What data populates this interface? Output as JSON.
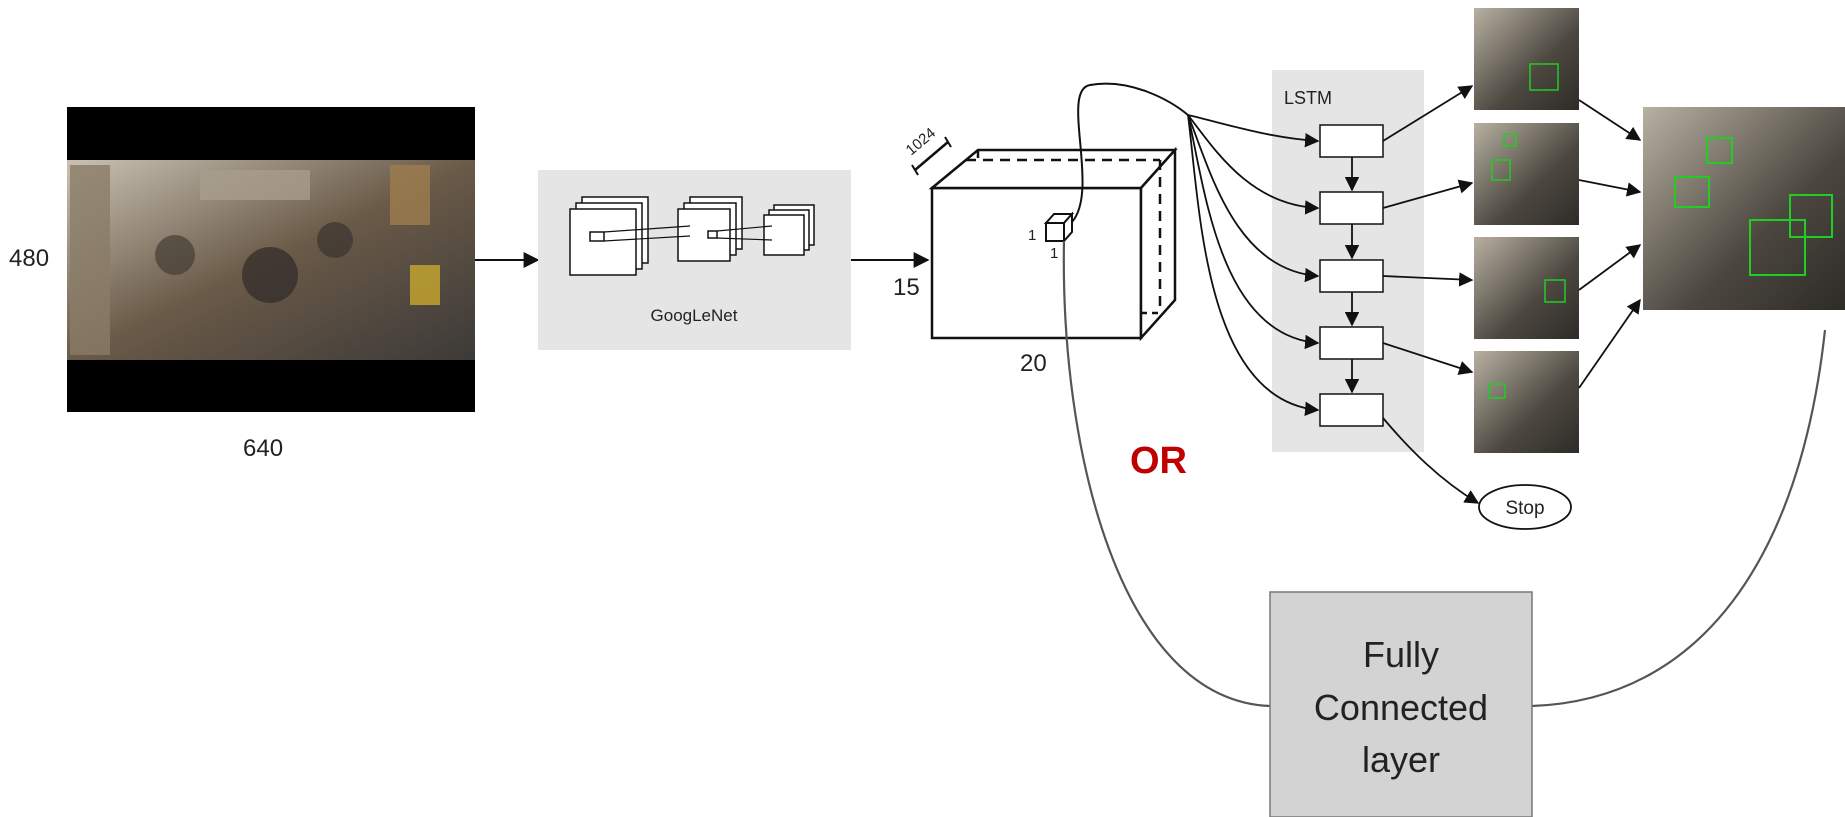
{
  "input_image": {
    "width_label": "640",
    "height_label": "480"
  },
  "cnn": {
    "label": "GoogLeNet"
  },
  "feature_map": {
    "depth_label": "1024",
    "height_label": "15",
    "width_label": "20",
    "cell_label_a": "1",
    "cell_label_b": "1"
  },
  "lstm": {
    "label": "LSTM",
    "stop_label": "Stop"
  },
  "alternative": {
    "or_label": "OR",
    "fc_line1": "Fully",
    "fc_line2": "Connected",
    "fc_line3": "layer"
  },
  "colors": {
    "panel_gray": "#e5e5e5",
    "fc_gray": "#d3d3d3",
    "or_red": "#c00000",
    "box_green": "#22cc22"
  }
}
